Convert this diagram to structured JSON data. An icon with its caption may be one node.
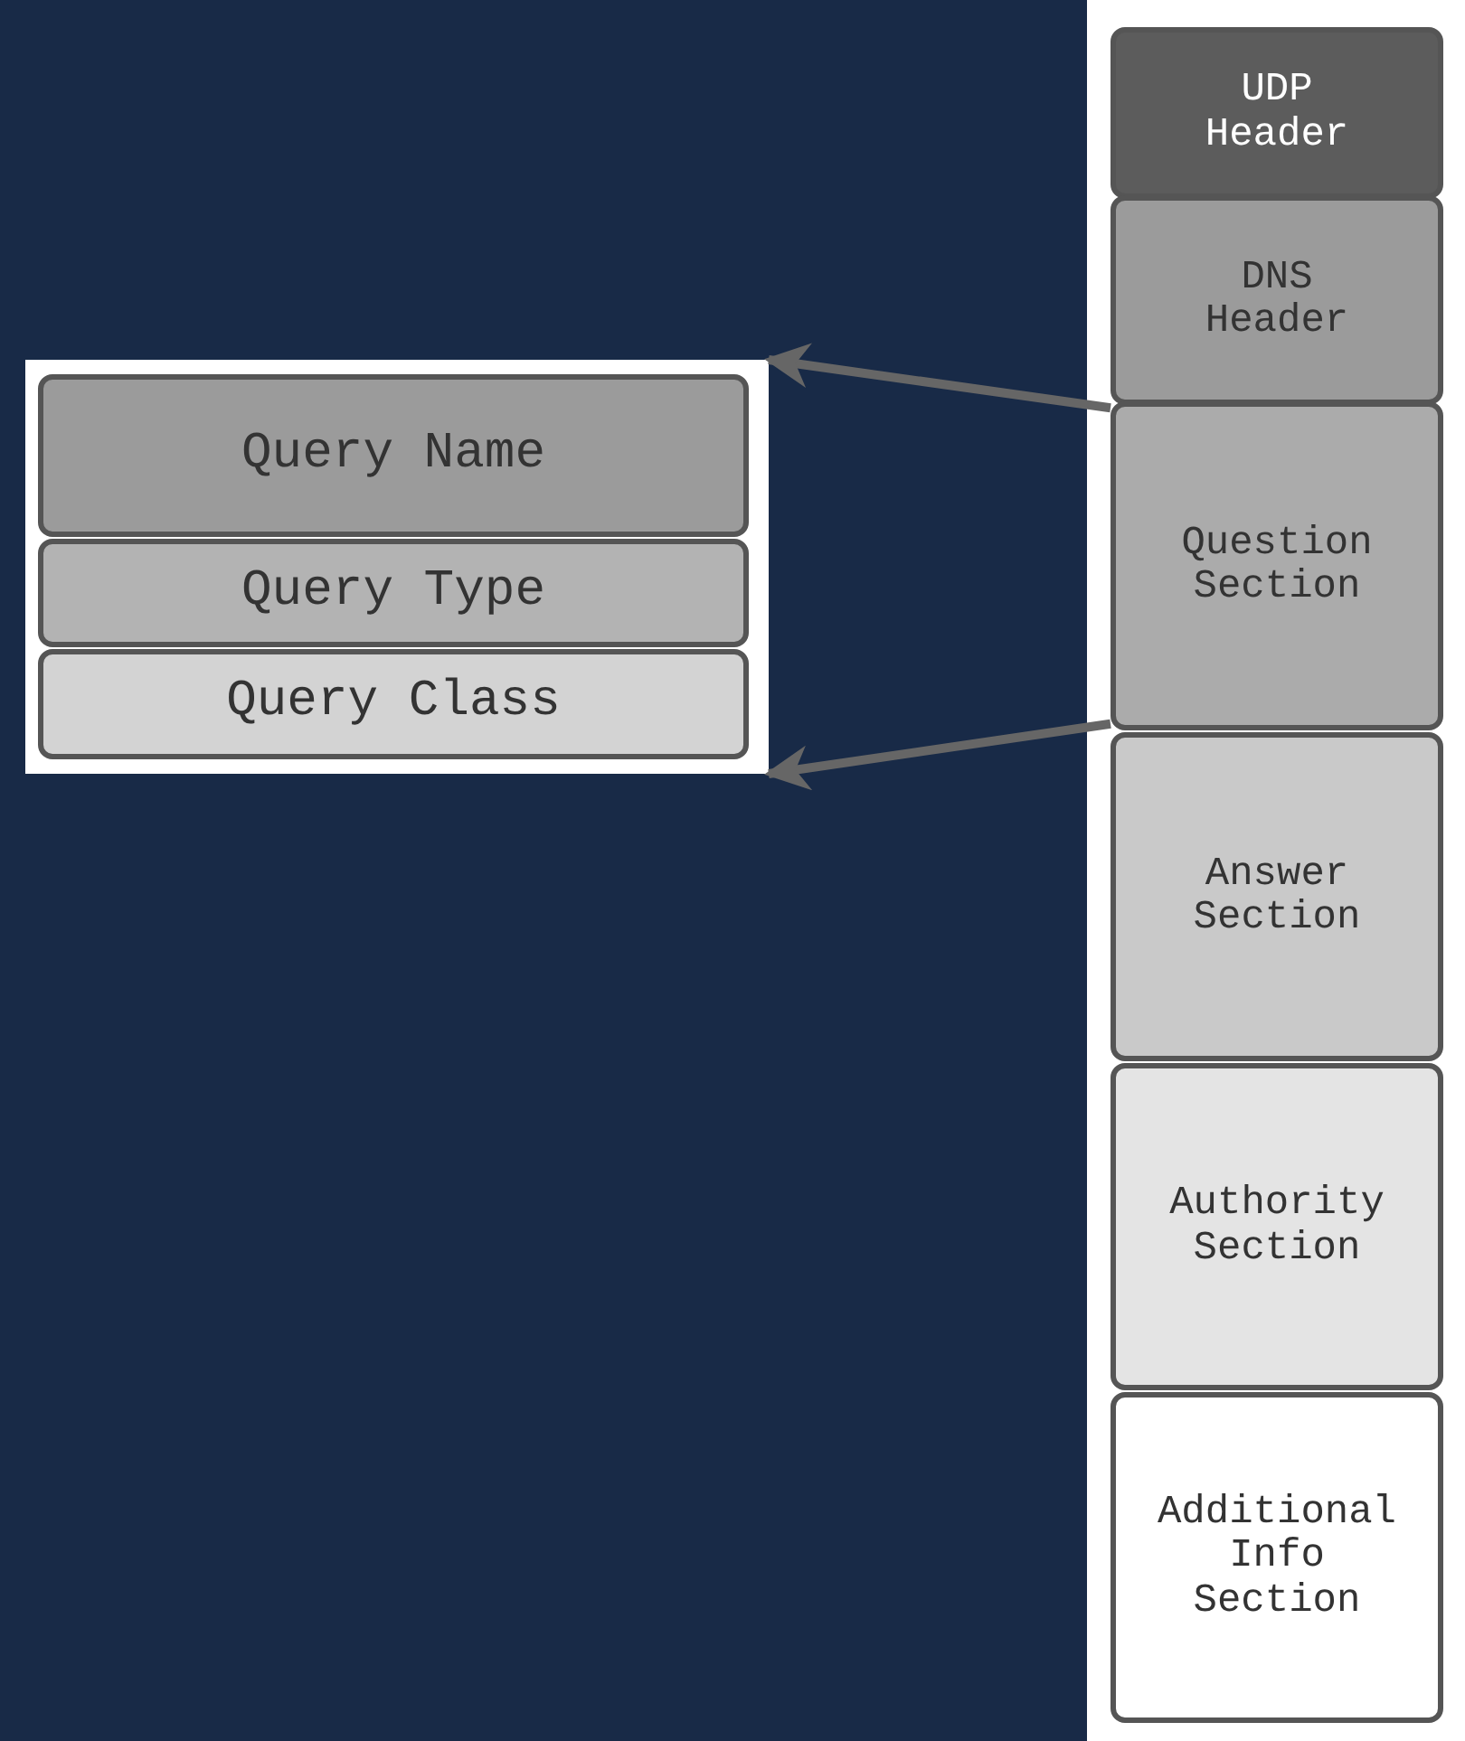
{
  "diagram": {
    "nodes": [
      {
        "text": [],
        "shape": "box"
      },
      {
        "text": [
          "Query Name"
        ],
        "in": 0
      },
      {
        "text": [
          "Query Type"
        ],
        "in": 0
      },
      {
        "text": [
          "Query Class"
        ],
        "in": 0
      },
      {
        "text": [],
        "shape": "box"
      },
      {
        "text": [
          "UDP Header"
        ],
        "in": 4
      },
      {
        "text": [
          "DNS Header"
        ],
        "in": 4
      },
      {
        "text": [
          "Question Section"
        ],
        "in": 4
      },
      {
        "text": [
          "Answer Section"
        ],
        "in": 4
      },
      {
        "text": [
          "Authority Section"
        ],
        "in": 4
      },
      {
        "text": [
          "Additional Info Section"
        ],
        "in": 4
      }
    ],
    "edges": [
      {
        "from": 7,
        "to": 0,
        "arrow": "to"
      },
      {
        "from": 7,
        "to": 0,
        "arrow": "to"
      }
    ]
  }
}
